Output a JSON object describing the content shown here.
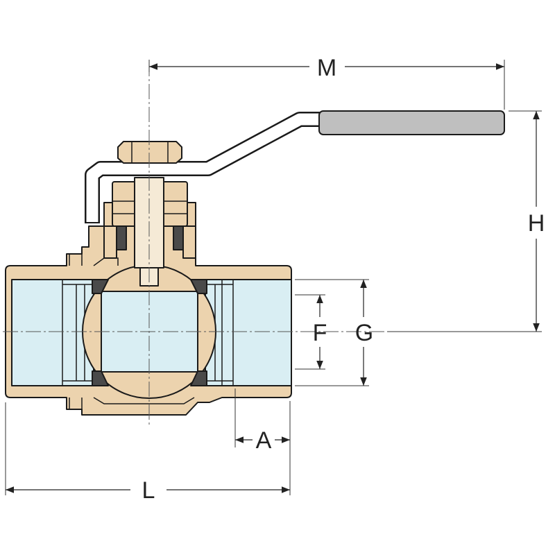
{
  "labels": {
    "m": "M",
    "h": "H",
    "f": "F",
    "g": "G",
    "a": "A",
    "l": "L"
  },
  "colors": {
    "body": "#ecd3ae",
    "bore": "#d9eef3",
    "stem": "#f5ead6",
    "seal": "#4a4a4a",
    "lever_grip": "#bfbfbf",
    "lever": "#ffffff"
  }
}
